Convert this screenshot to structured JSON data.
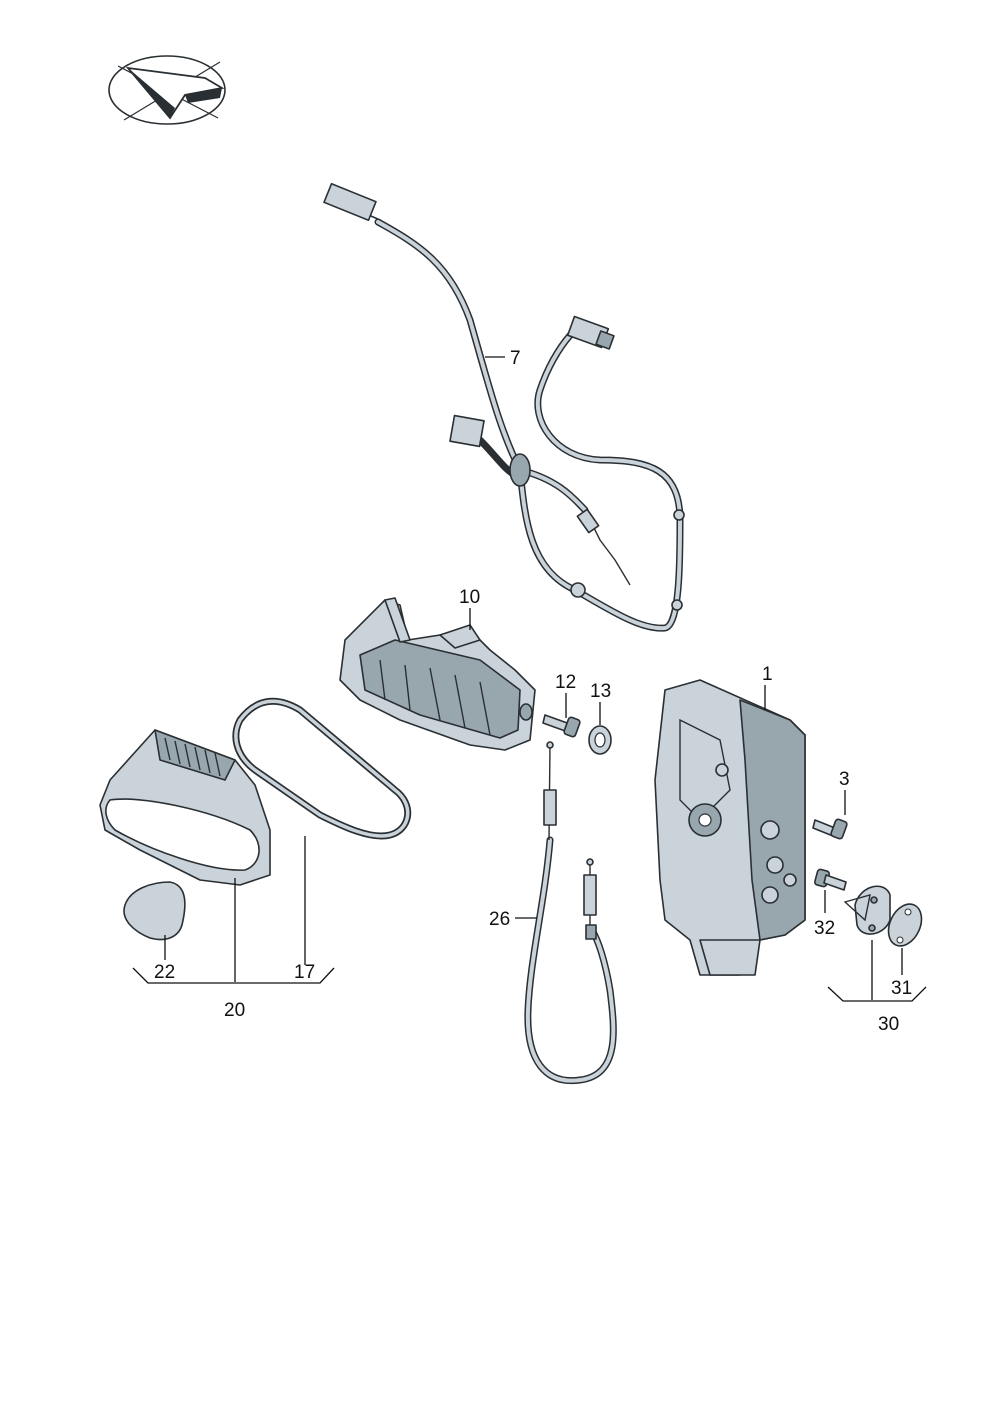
{
  "callouts": {
    "c1": "1",
    "c3": "3",
    "c7": "7",
    "c10": "10",
    "c12": "12",
    "c13": "13",
    "c17": "17",
    "c20": "20",
    "c22": "22",
    "c26": "26",
    "c30": "30",
    "c31": "31",
    "c32": "32"
  },
  "icons": {
    "orientation": "orientation-arrow-icon"
  }
}
